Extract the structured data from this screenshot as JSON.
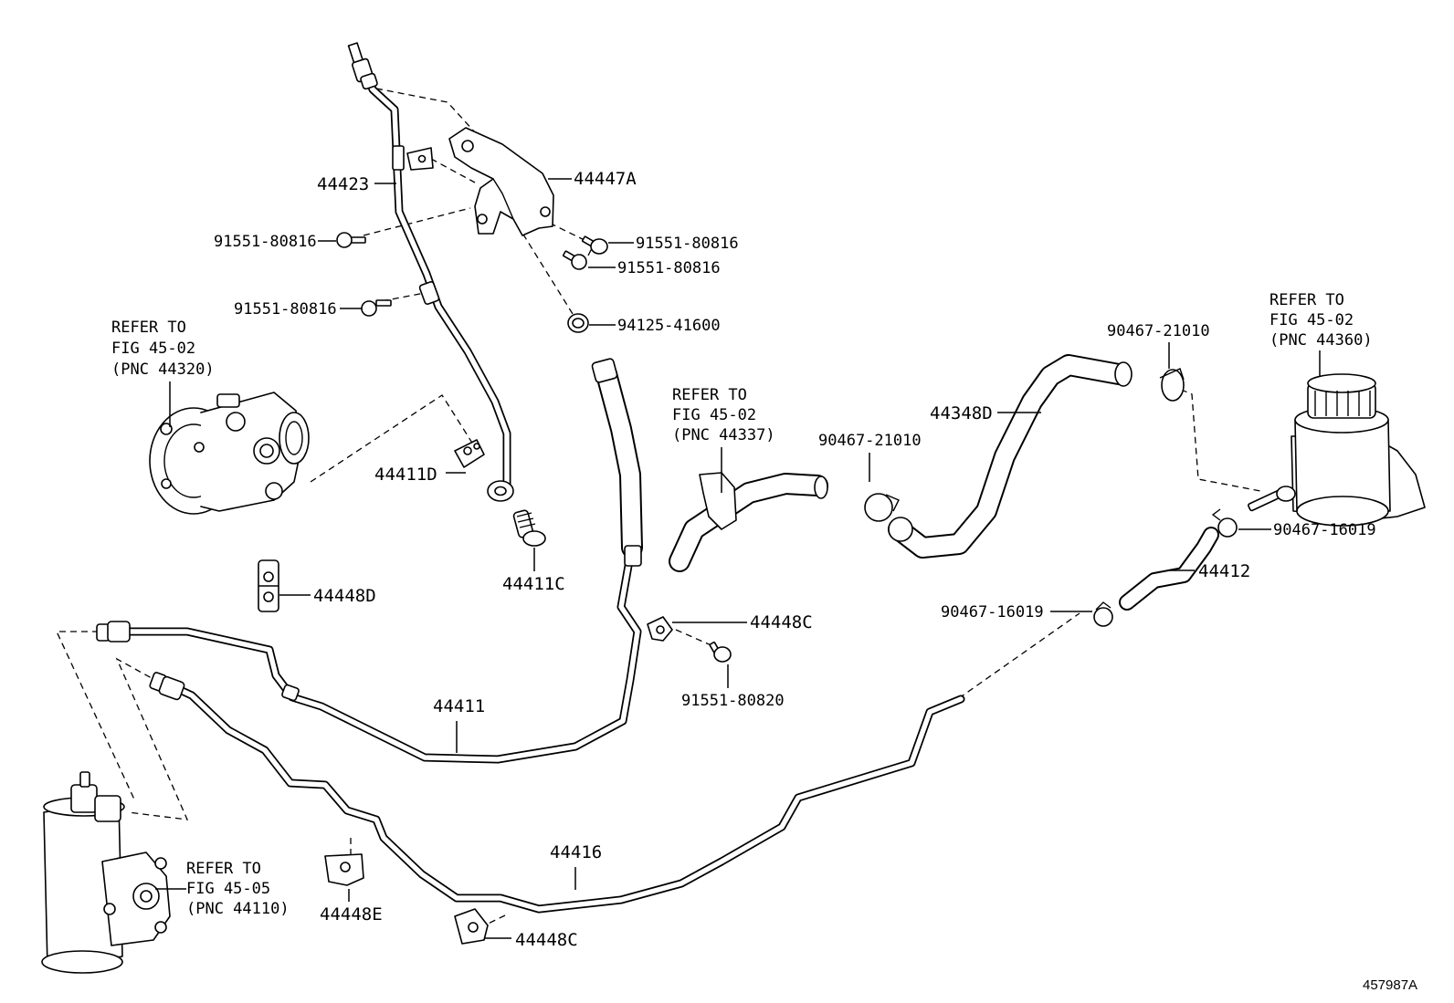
{
  "diagram_id": "457987A",
  "labels": {
    "p44423": "44423",
    "p44447A": "44447A",
    "b1": "91551-80816",
    "b2": "91551-80816",
    "b3": "91551-80816",
    "b4": "91551-80816",
    "nut": "94125-41600",
    "p44411D": "44411D",
    "p44411C": "44411C",
    "p44448D": "44448D",
    "p44448C_top": "44448C",
    "b5": "91551-80820",
    "p44411": "44411",
    "p44348D": "44348D",
    "clip1": "90467-21010",
    "clip2": "90467-21010",
    "clip3": "90467-16019",
    "clip4": "90467-16019",
    "p44412": "44412",
    "p44416": "44416",
    "p44448E": "44448E",
    "p44448C_bottom": "44448C"
  },
  "references": {
    "pump": [
      "REFER TO",
      "FIG 45-02",
      "(PNC 44320)"
    ],
    "hose": [
      "REFER TO",
      "FIG 45-02",
      "(PNC 44337)"
    ],
    "reservoir": [
      "REFER TO",
      "FIG 45-02",
      "(PNC 44360)"
    ],
    "gear": [
      "REFER TO",
      "FIG 45-05",
      "(PNC 44110)"
    ]
  }
}
